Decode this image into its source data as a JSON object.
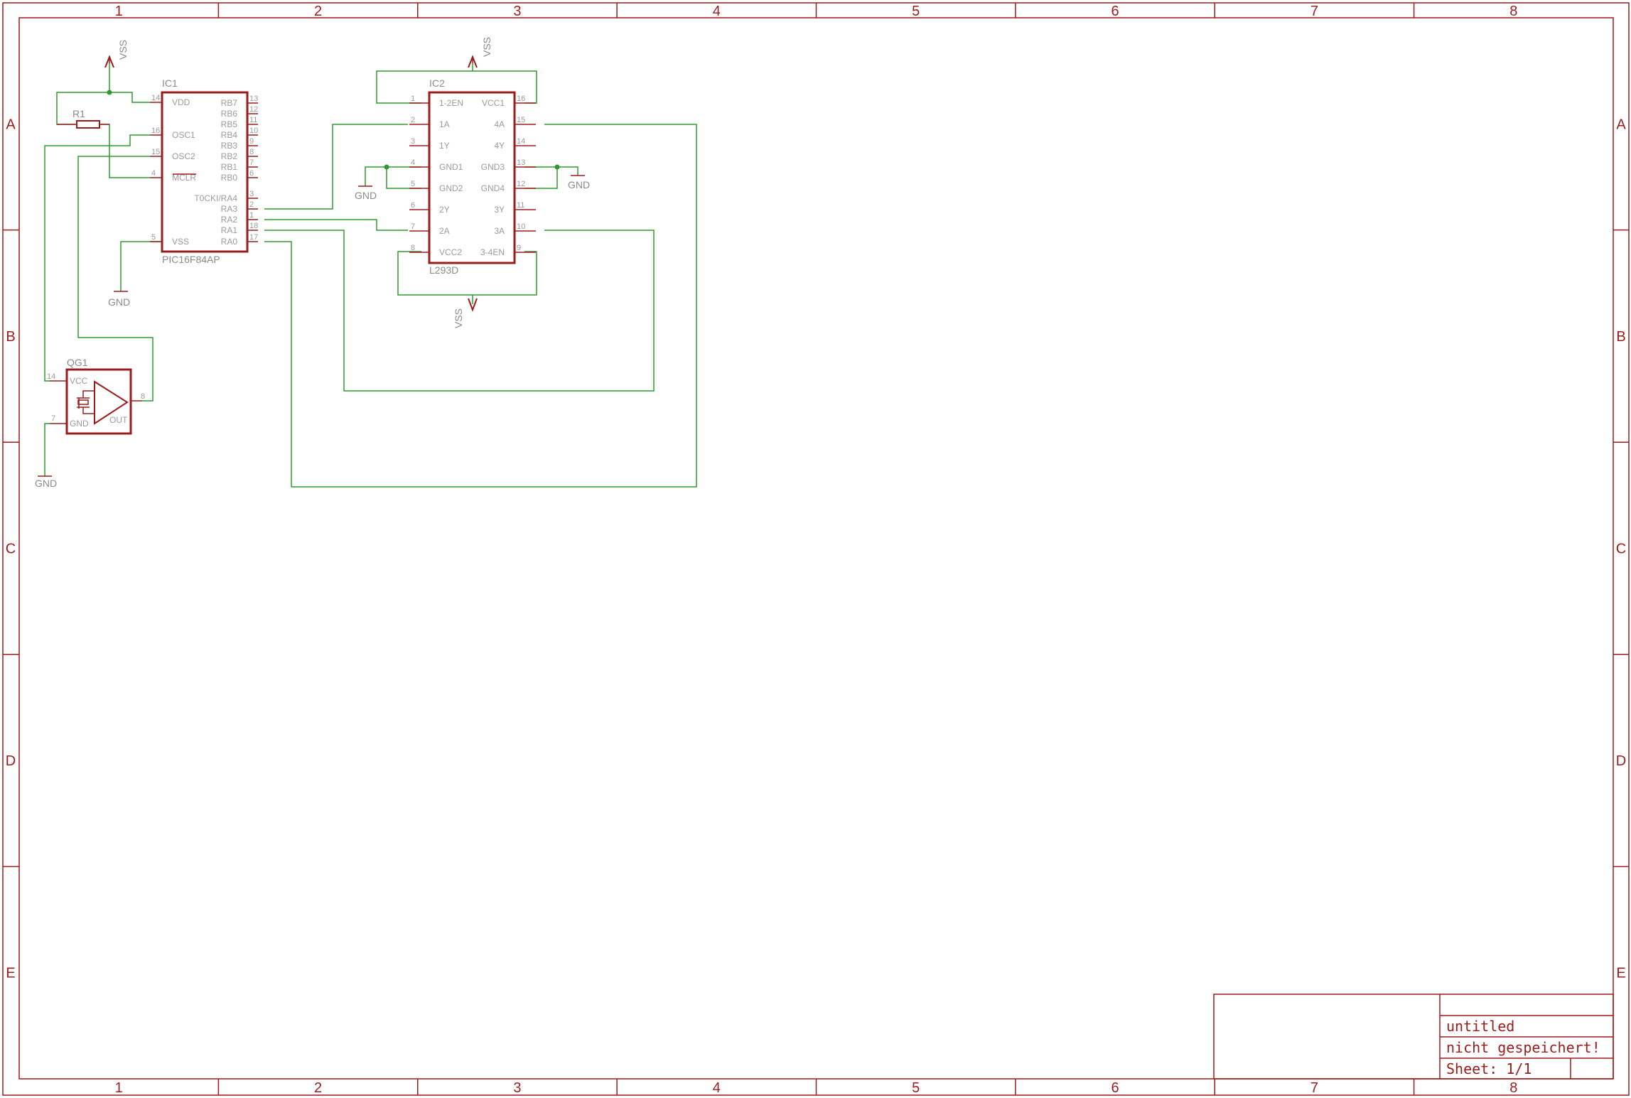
{
  "frame": {
    "columns": [
      "1",
      "2",
      "3",
      "4",
      "5",
      "6",
      "7",
      "8"
    ],
    "rows": [
      "A",
      "B",
      "C",
      "D",
      "E"
    ]
  },
  "title_block": {
    "name": "untitled",
    "status": "nicht gespeichert!",
    "sheet": "Sheet: 1/1"
  },
  "parts": {
    "ic1": {
      "ref": "IC1",
      "value": "PIC16F84AP",
      "left_pins": [
        {
          "name": "VDD",
          "num": "14"
        },
        {
          "name": "OSC1",
          "num": "16"
        },
        {
          "name": "OSC2",
          "num": "15"
        },
        {
          "name": "MCLR",
          "num": "4"
        },
        {
          "name": "VSS",
          "num": "5"
        }
      ],
      "right_pins": [
        {
          "name": "RB7",
          "num": "13"
        },
        {
          "name": "RB6",
          "num": "12"
        },
        {
          "name": "RB5",
          "num": "11"
        },
        {
          "name": "RB4",
          "num": "10"
        },
        {
          "name": "RB3",
          "num": "9"
        },
        {
          "name": "RB2",
          "num": "8"
        },
        {
          "name": "RB1",
          "num": "7"
        },
        {
          "name": "RB0",
          "num": "6"
        },
        {
          "name": "T0CKI/RA4",
          "num": "3"
        },
        {
          "name": "RA3",
          "num": "2"
        },
        {
          "name": "RA2",
          "num": "1"
        },
        {
          "name": "RA1",
          "num": "18"
        },
        {
          "name": "RA0",
          "num": "17"
        }
      ]
    },
    "ic2": {
      "ref": "IC2",
      "value": "L293D",
      "left_pins": [
        {
          "name": "1-2EN",
          "num": "1"
        },
        {
          "name": "1A",
          "num": "2"
        },
        {
          "name": "1Y",
          "num": "3"
        },
        {
          "name": "GND1",
          "num": "4"
        },
        {
          "name": "GND2",
          "num": "5"
        },
        {
          "name": "2Y",
          "num": "6"
        },
        {
          "name": "2A",
          "num": "7"
        },
        {
          "name": "VCC2",
          "num": "8"
        }
      ],
      "right_pins": [
        {
          "name": "VCC1",
          "num": "16"
        },
        {
          "name": "4A",
          "num": "15"
        },
        {
          "name": "4Y",
          "num": "14"
        },
        {
          "name": "GND3",
          "num": "13"
        },
        {
          "name": "GND4",
          "num": "12"
        },
        {
          "name": "3Y",
          "num": "11"
        },
        {
          "name": "3A",
          "num": "10"
        },
        {
          "name": "3-4EN",
          "num": "9"
        }
      ]
    },
    "r1": {
      "ref": "R1"
    },
    "qg1": {
      "ref": "QG1",
      "pins": {
        "vcc": "VCC",
        "gnd": "GND",
        "out": "OUT"
      },
      "pin_nums": {
        "vcc": "14",
        "gnd": "7",
        "out": "8"
      }
    }
  },
  "supplies": {
    "vss": "VSS",
    "gnd": "GND"
  }
}
